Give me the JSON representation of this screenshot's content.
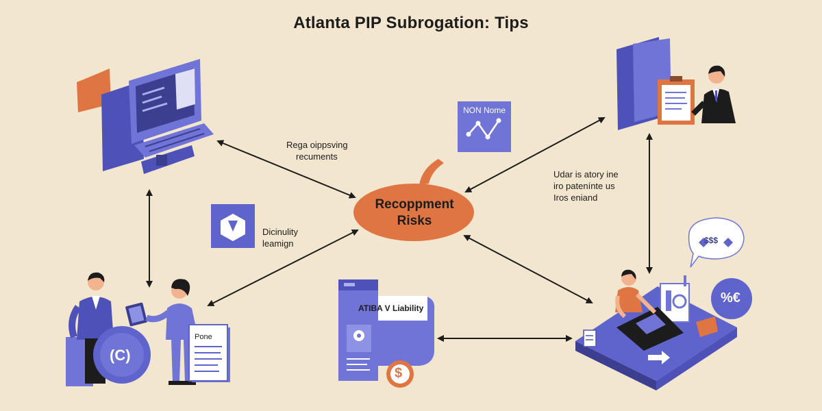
{
  "title": "Atlanta PIP Subrogation: Tips",
  "center": {
    "line1": "Recoppment",
    "line2": "Risks"
  },
  "labels": {
    "top_left_line1": "Rega oippsving",
    "top_left_line2": "recuments",
    "right_line1": "Udar is atory ine",
    "right_line2": "iro patenínte us",
    "right_line3": "Iros eniand",
    "left_line1": "Dicinulity",
    "left_line2": "leamign",
    "badge_top": "NON Nome",
    "document_bottom": "ATIBA V Liability",
    "paper_left": "Pone"
  },
  "symbols": {
    "bubble": "$$$",
    "percent_badge": "%€",
    "coin": "$",
    "disc": "(C)"
  },
  "colors": {
    "background": "#f3e6cf",
    "purple": "#6f74d6",
    "purple_dark": "#4e52b8",
    "orange": "#e07544",
    "ink": "#1c1c1c"
  }
}
